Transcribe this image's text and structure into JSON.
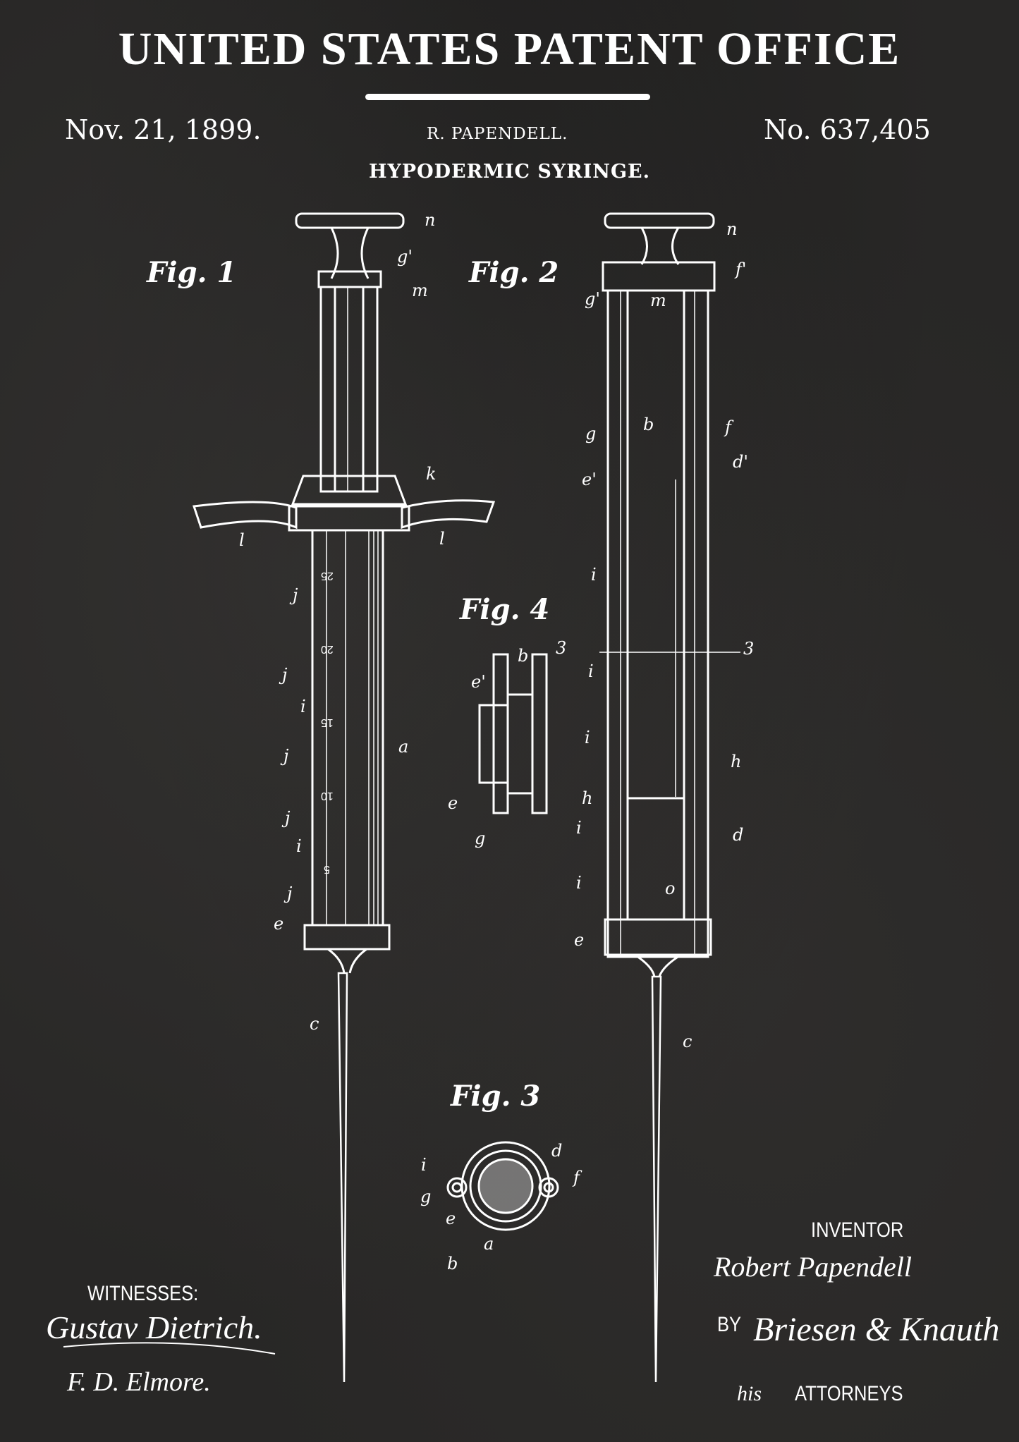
{
  "header": {
    "title": "UNITED STATES PATENT OFFICE",
    "date": "Nov. 21, 1899.",
    "inventor_short": "R. PAPENDELL.",
    "patent_number": "No. 637,405",
    "invention": "HYPODERMIC SYRINGE."
  },
  "figures": {
    "fig1": "Fig. 1",
    "fig2": "Fig. 2",
    "fig3": "Fig. 3",
    "fig4": "Fig. 4"
  },
  "scale_marks": [
    "25",
    "20",
    "15",
    "10",
    "5"
  ],
  "labels": {
    "fig1": [
      "n",
      "g'",
      "m",
      "k",
      "l",
      "l",
      "j",
      "j",
      "i",
      "j",
      "a",
      "j",
      "i",
      "j",
      "e",
      "c"
    ],
    "fig2": [
      "n",
      "f'",
      "g'",
      "m",
      "g",
      "b",
      "f",
      "e'",
      "d'",
      "i",
      "3",
      "i",
      "3",
      "i",
      "h",
      "h",
      "i",
      "d",
      "o",
      "i",
      "e",
      "c"
    ],
    "fig4": [
      "b",
      "e'",
      "e",
      "g"
    ],
    "fig3": [
      "i",
      "d",
      "f",
      "g",
      "e",
      "a",
      "b"
    ]
  },
  "footer": {
    "witnesses_label": "WITNESSES:",
    "witness1": "Gustav Dietrich.",
    "witness2": "F. D. Elmore.",
    "inventor_label": "INVENTOR",
    "inventor_signature": "Robert Papendell",
    "by": "BY",
    "attorney_signature": "Briesen & Knauth",
    "his": "his",
    "attorneys_label": "ATTORNEYS"
  }
}
